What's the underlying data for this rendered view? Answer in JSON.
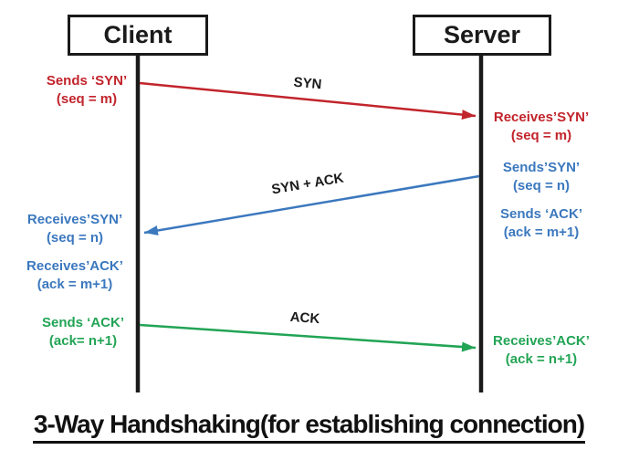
{
  "title": "3-Way Handshaking(for establishing connection)",
  "actors": {
    "client": "Client",
    "server": "Server"
  },
  "colors": {
    "red": "#c2242c",
    "blue": "#3b78be",
    "green": "#22a455",
    "black": "#1a1a1a"
  },
  "messages": [
    {
      "label": "SYN",
      "color": "#c2242c",
      "from": "client",
      "to": "server"
    },
    {
      "label": "SYN + ACK",
      "color": "#3b78be",
      "from": "server",
      "to": "client"
    },
    {
      "label": "ACK",
      "color": "#22a455",
      "from": "client",
      "to": "server"
    }
  ],
  "annotations": {
    "left": [
      {
        "line1": "Sends ‘SYN’",
        "line2": "(seq = m)",
        "color": "#c2242c"
      },
      {
        "line1": "Receives’SYN’",
        "line2": "(seq = n)",
        "color": "#3b78be"
      },
      {
        "line1": "Receives’ACK’",
        "line2": "(ack = m+1)",
        "color": "#3b78be"
      },
      {
        "line1": "Sends ‘ACK’",
        "line2": "(ack= n+1)",
        "color": "#22a455"
      }
    ],
    "right": [
      {
        "line1": "Receives’SYN’",
        "line2": "(seq = m)",
        "color": "#c2242c"
      },
      {
        "line1": "Sends’SYN’",
        "line2": "(seq = n)",
        "color": "#3b78be"
      },
      {
        "line1": "Sends ‘ACK’",
        "line2": "(ack = m+1)",
        "color": "#3b78be"
      },
      {
        "line1": "Receives’ACK’",
        "line2": "(ack = n+1)",
        "color": "#22a455"
      }
    ]
  }
}
